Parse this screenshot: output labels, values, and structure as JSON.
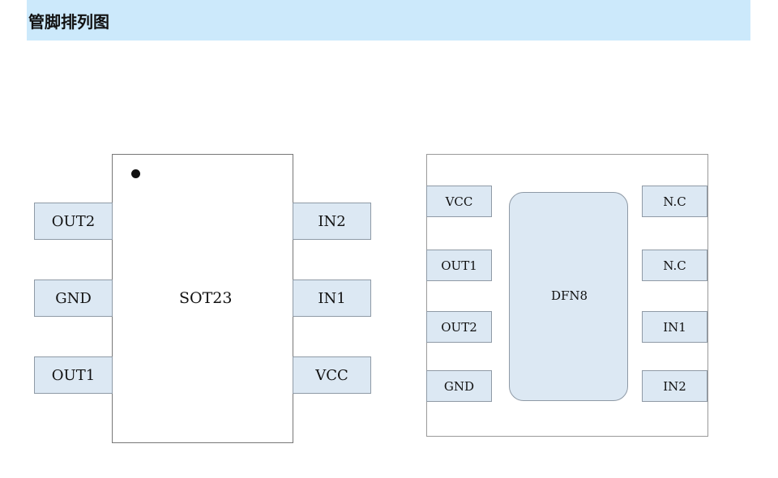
{
  "header": {
    "title": "管脚排列图"
  },
  "sot23": {
    "name": "SOT23",
    "left_pins": [
      "OUT2",
      "GND",
      "OUT1"
    ],
    "right_pins": [
      "IN2",
      "IN1",
      "VCC"
    ]
  },
  "dfn8": {
    "name": "DFN8",
    "left_pins": [
      "VCC",
      "OUT1",
      "OUT2",
      "GND"
    ],
    "right_pins": [
      "N.C",
      "N.C",
      "IN1",
      "IN2"
    ]
  }
}
